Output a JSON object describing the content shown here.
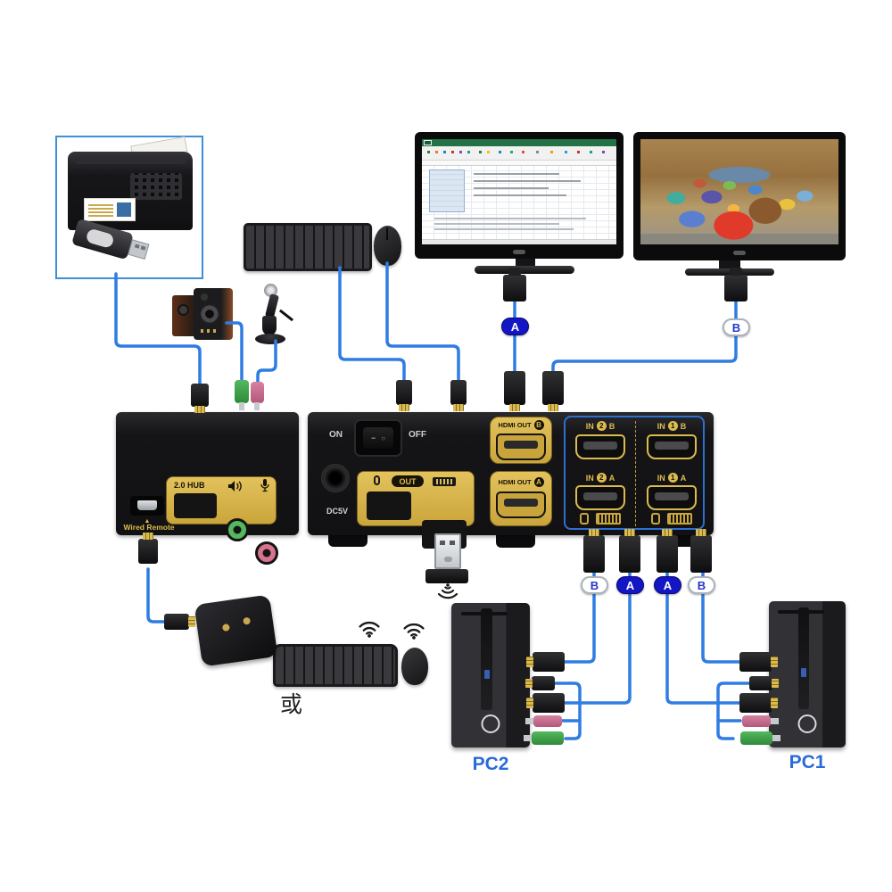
{
  "colors": {
    "cable_blue": "#2f7de2",
    "accent_box_blue": "#3d8fd6",
    "kvm_panel_gold": "#d9b64a",
    "badge_a_bg": "#1316c4",
    "badge_b_text": "#2436cc",
    "pc_label_blue": "#2b6bd8",
    "excel_green": "#217346"
  },
  "icons": {
    "wifi-icon": "three arcs with dot",
    "speaker-icon": "loudspeaker glyph",
    "microphone-icon": "microphone glyph",
    "mouse-icon": "mouse outline",
    "keyboard-icon": "keyboard outline",
    "wired-remote-arrow": "▲"
  },
  "kvm": {
    "power_on_label": "ON",
    "power_off_label": "OFF",
    "power_dash": "−",
    "power_circle": "○",
    "dc_label": "DC5V",
    "usb_out_label": "OUT",
    "hdmi_out_ports": [
      {
        "label": "HDMI OUT",
        "circle": "B"
      },
      {
        "label": "HDMI OUT",
        "circle": "A"
      }
    ],
    "in_ports": [
      {
        "prefix": "IN",
        "num": "2",
        "suffix": "B"
      },
      {
        "prefix": "IN",
        "num": "1",
        "suffix": "B"
      },
      {
        "prefix": "IN",
        "num": "2",
        "suffix": "A"
      },
      {
        "prefix": "IN",
        "num": "1",
        "suffix": "A"
      }
    ]
  },
  "hub": {
    "usb_label": "2.0 HUB",
    "remote_label": "Wired Remote",
    "arrow": "▲"
  },
  "cable_tags": {
    "monitor_a": "A",
    "monitor_b": "B",
    "kvm_pc2_b": "B",
    "kvm_pc2_a": "A",
    "kvm_pc1_a": "A",
    "kvm_pc1_b": "B"
  },
  "computers": {
    "pc1_label": "PC1",
    "pc2_label": "PC2"
  },
  "alt_label": {
    "or": "或"
  }
}
